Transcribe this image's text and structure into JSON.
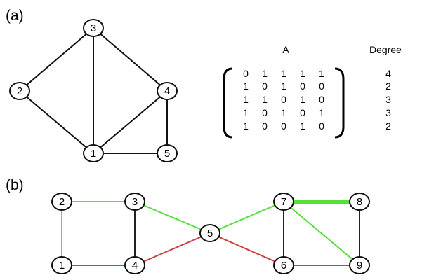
{
  "panel_a": {
    "label": "(a)",
    "nodes": [
      {
        "id": "1",
        "label": "1"
      },
      {
        "id": "2",
        "label": "2"
      },
      {
        "id": "3",
        "label": "3"
      },
      {
        "id": "4",
        "label": "4"
      },
      {
        "id": "5",
        "label": "5"
      }
    ],
    "edges": [
      {
        "from": "3",
        "to": "2"
      },
      {
        "from": "3",
        "to": "1"
      },
      {
        "from": "3",
        "to": "4"
      },
      {
        "from": "2",
        "to": "1"
      },
      {
        "from": "1",
        "to": "4"
      },
      {
        "from": "1",
        "to": "5"
      },
      {
        "from": "4",
        "to": "5"
      }
    ],
    "matrix_title": "A",
    "degree_title": "Degree",
    "matrix": [
      [
        "0",
        "1",
        "1",
        "1",
        "1"
      ],
      [
        "1",
        "0",
        "1",
        "0",
        "0"
      ],
      [
        "1",
        "1",
        "0",
        "1",
        "0"
      ],
      [
        "1",
        "0",
        "1",
        "0",
        "1"
      ],
      [
        "1",
        "0",
        "0",
        "1",
        "0"
      ]
    ],
    "degrees": [
      "4",
      "2",
      "3",
      "3",
      "2"
    ]
  },
  "panel_b": {
    "label": "(b)",
    "colors": {
      "green": "#55e03c",
      "red": "#cf3f3f",
      "black": "#222222"
    },
    "nodes": [
      {
        "id": "1",
        "label": "1"
      },
      {
        "id": "2",
        "label": "2"
      },
      {
        "id": "3",
        "label": "3"
      },
      {
        "id": "4",
        "label": "4"
      },
      {
        "id": "5",
        "label": "5"
      },
      {
        "id": "6",
        "label": "6"
      },
      {
        "id": "7",
        "label": "7"
      },
      {
        "id": "8",
        "label": "8"
      },
      {
        "id": "9",
        "label": "9"
      }
    ],
    "edges": [
      {
        "from": "2",
        "to": "3",
        "color": "green",
        "weight": "normal"
      },
      {
        "from": "2",
        "to": "1",
        "color": "green",
        "weight": "normal"
      },
      {
        "from": "1",
        "to": "4",
        "color": "red",
        "weight": "normal"
      },
      {
        "from": "3",
        "to": "4",
        "color": "black",
        "weight": "normal"
      },
      {
        "from": "3",
        "to": "5",
        "color": "green",
        "weight": "normal"
      },
      {
        "from": "4",
        "to": "5",
        "color": "red",
        "weight": "normal"
      },
      {
        "from": "5",
        "to": "7",
        "color": "green",
        "weight": "normal"
      },
      {
        "from": "5",
        "to": "6",
        "color": "red",
        "weight": "normal"
      },
      {
        "from": "7",
        "to": "8",
        "color": "green",
        "weight": "thick"
      },
      {
        "from": "7",
        "to": "6",
        "color": "black",
        "weight": "normal"
      },
      {
        "from": "7",
        "to": "9",
        "color": "green",
        "weight": "normal"
      },
      {
        "from": "8",
        "to": "9",
        "color": "black",
        "weight": "normal"
      },
      {
        "from": "6",
        "to": "9",
        "color": "red",
        "weight": "normal"
      }
    ]
  }
}
